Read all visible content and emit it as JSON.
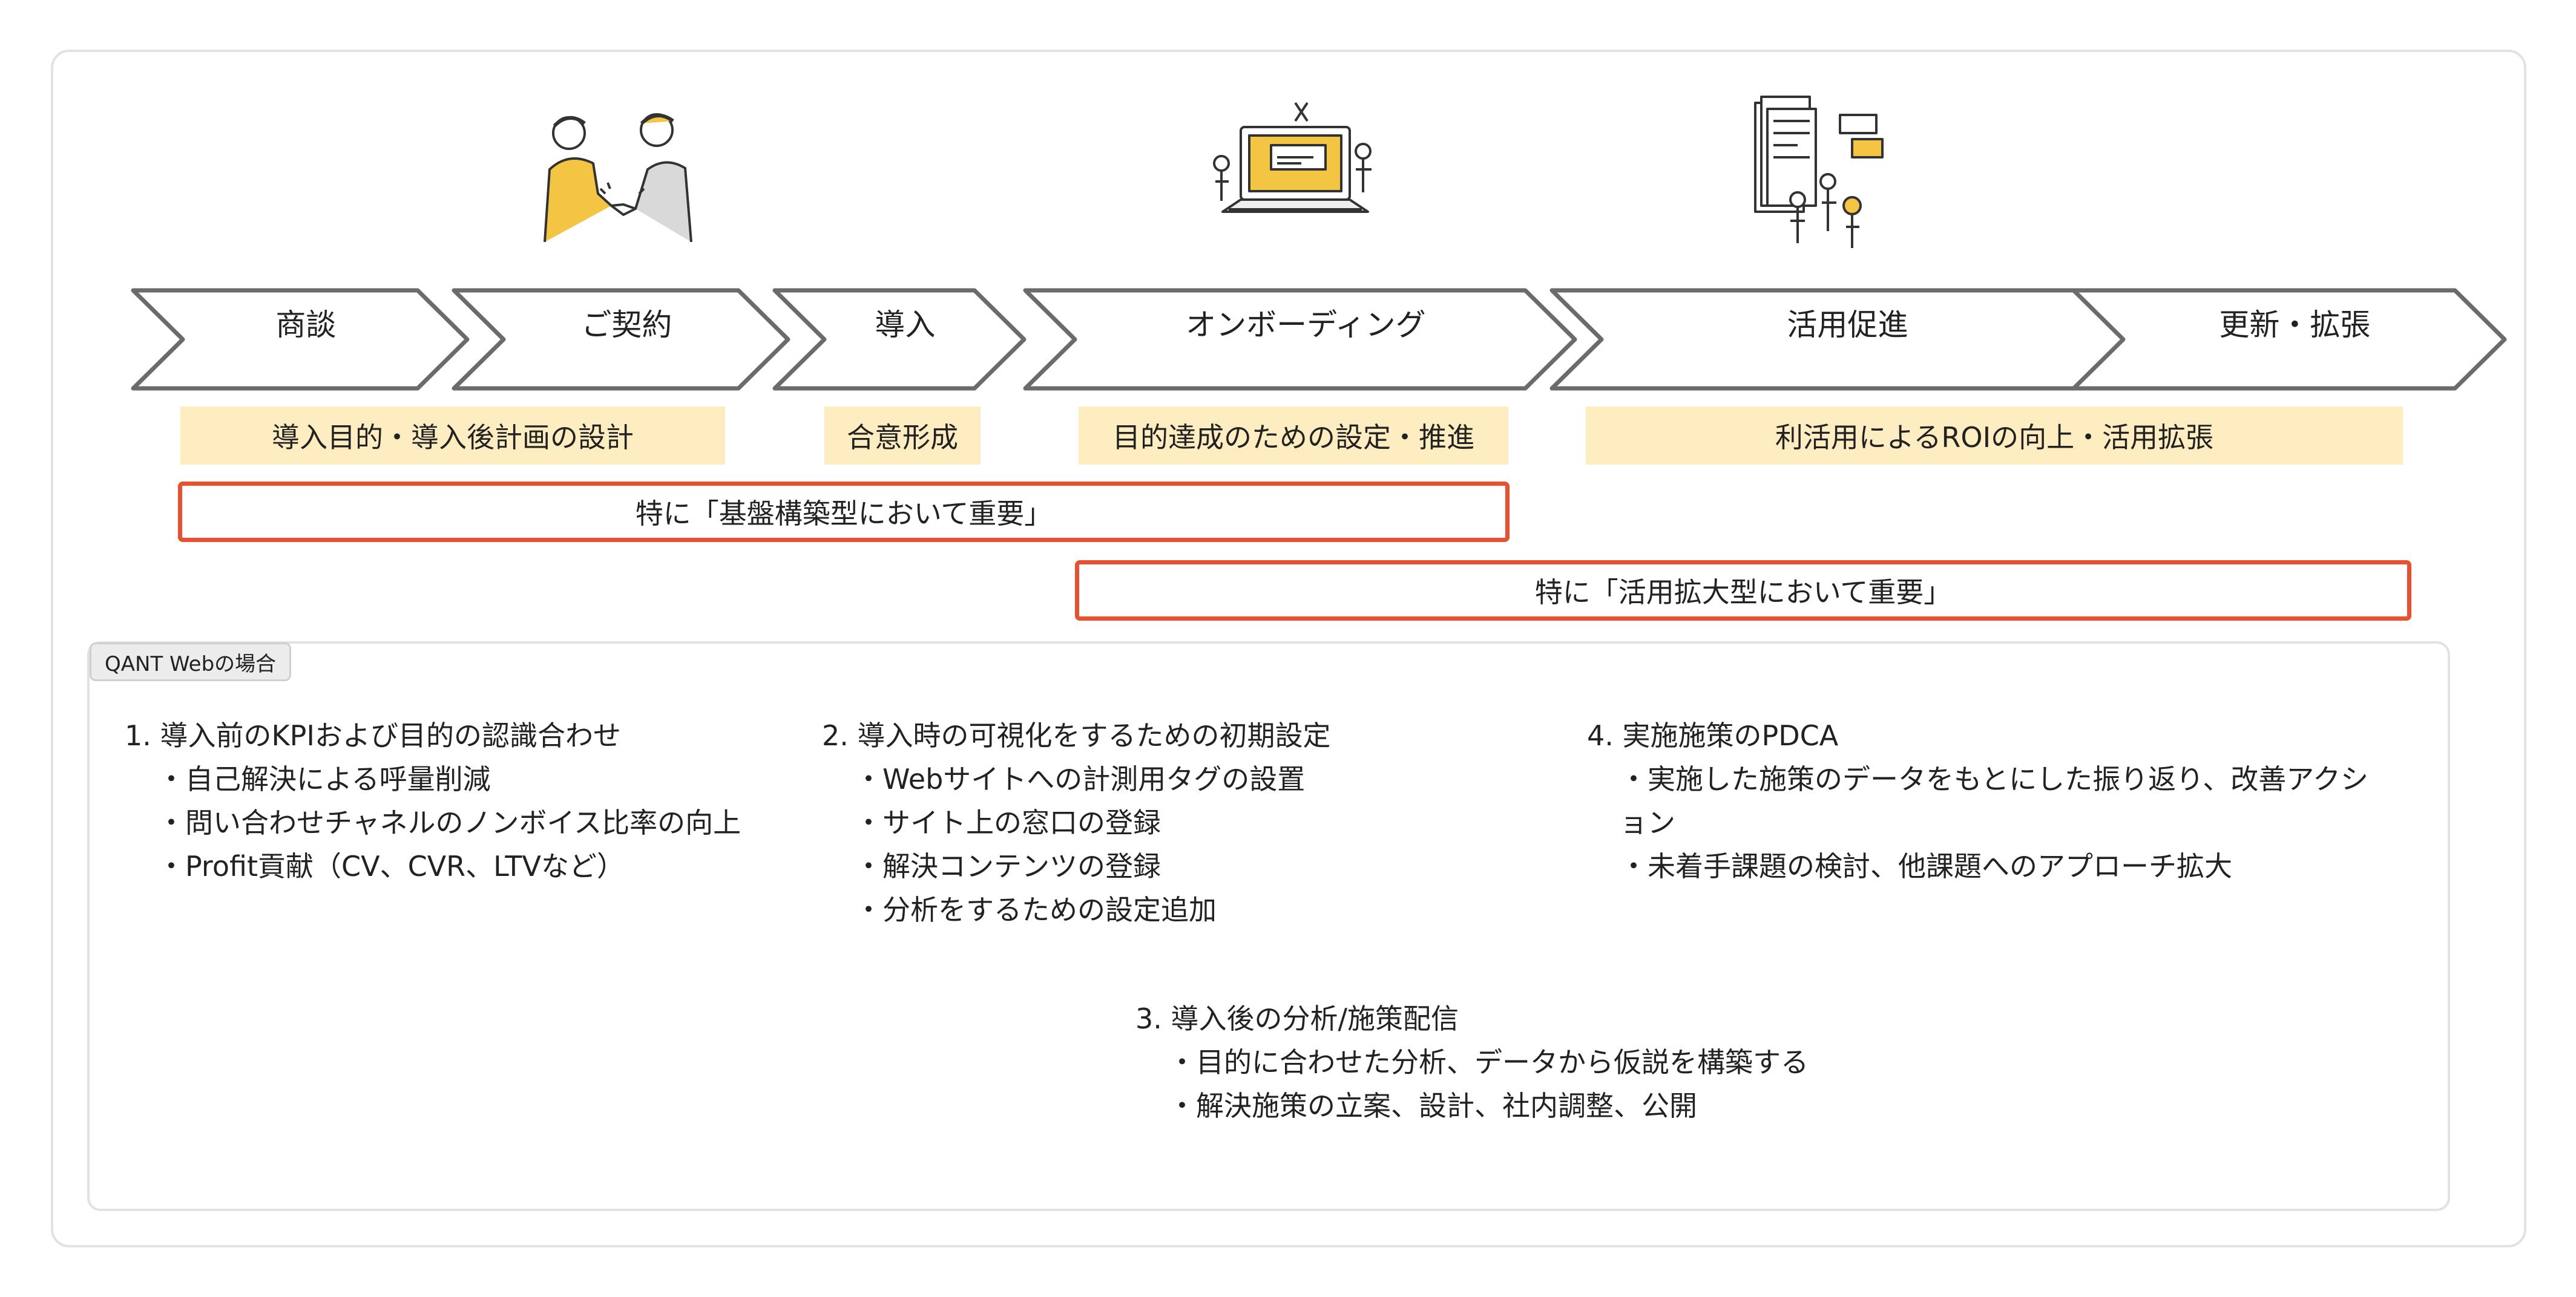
{
  "stages": [
    {
      "label": "商談"
    },
    {
      "label": "ご契約"
    },
    {
      "label": "導入"
    },
    {
      "label": "オンボーディング"
    },
    {
      "label": "活用促進"
    },
    {
      "label": "更新・拡張"
    }
  ],
  "goals": [
    {
      "label": "導入目的・導入後計画の設計"
    },
    {
      "label": "合意形成"
    },
    {
      "label": "目的達成のための設定・推進"
    },
    {
      "label": "利活用によるROIの向上・活用拡張"
    }
  ],
  "emphasis": [
    {
      "label": "特に「基盤構築型において重要」"
    },
    {
      "label": "特に「活用拡大型において重要」"
    }
  ],
  "detail": {
    "tag": "QANT Webの場合",
    "blocks": [
      {
        "title": "1. 導入前のKPIおよび目的の認識合わせ",
        "items": [
          "・自己解決による呼量削減",
          "・問い合わせチャネルのノンボイス比率の向上",
          "・Profit貢献（CV、CVR、LTVなど）"
        ]
      },
      {
        "title": "2. 導入時の可視化をするための初期設定",
        "items": [
          "・Webサイトへの計測用タグの設置",
          "・サイト上の窓口の登録",
          "・解決コンテンツの登録",
          "・分析をするための設定追加"
        ]
      },
      {
        "title": "4. 実施施策のPDCA",
        "items": [
          "・実施した施策のデータをもとにした振り返り、改善アクション",
          "・未着手課題の検討、他課題へのアプローチ拡大"
        ]
      },
      {
        "title": "3. 導入後の分析/施策配信",
        "items": [
          "・目的に合わせた分析、データから仮説を構築する",
          "・解決施策の立案、設計、社内調整、公開"
        ]
      }
    ]
  },
  "colors": {
    "accent_yellow": "#fdedc0",
    "emphasis_red": "#e8502f",
    "illustration_yellow": "#f4c443"
  },
  "icons": [
    "handshake-illustration-icon",
    "laptop-setup-illustration-icon",
    "documents-team-illustration-icon"
  ]
}
